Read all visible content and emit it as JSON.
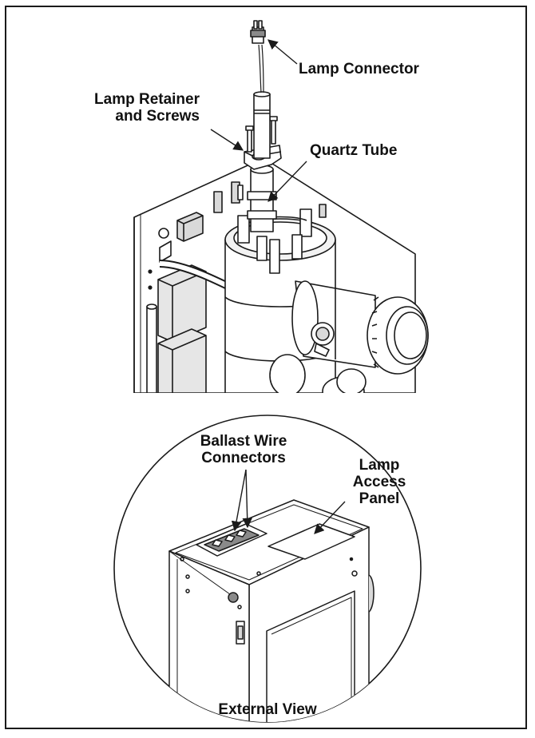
{
  "labels": {
    "lamp_connector": "Lamp Connector",
    "lamp_retainer_line1": "Lamp Retainer",
    "lamp_retainer_line2": "and Screws",
    "quartz_tube": "Quartz Tube",
    "ballast_line1": "Ballast Wire",
    "ballast_line2": "Connectors",
    "access_line1": "Lamp",
    "access_line2": "Access",
    "access_line3": "Panel",
    "external_view": "External View"
  },
  "colors": {
    "line": "#1a1a1a",
    "fill_light": "#f2f2f2",
    "fill_mid": "#d9d9d9",
    "fill_dark": "#8a8a8a"
  }
}
